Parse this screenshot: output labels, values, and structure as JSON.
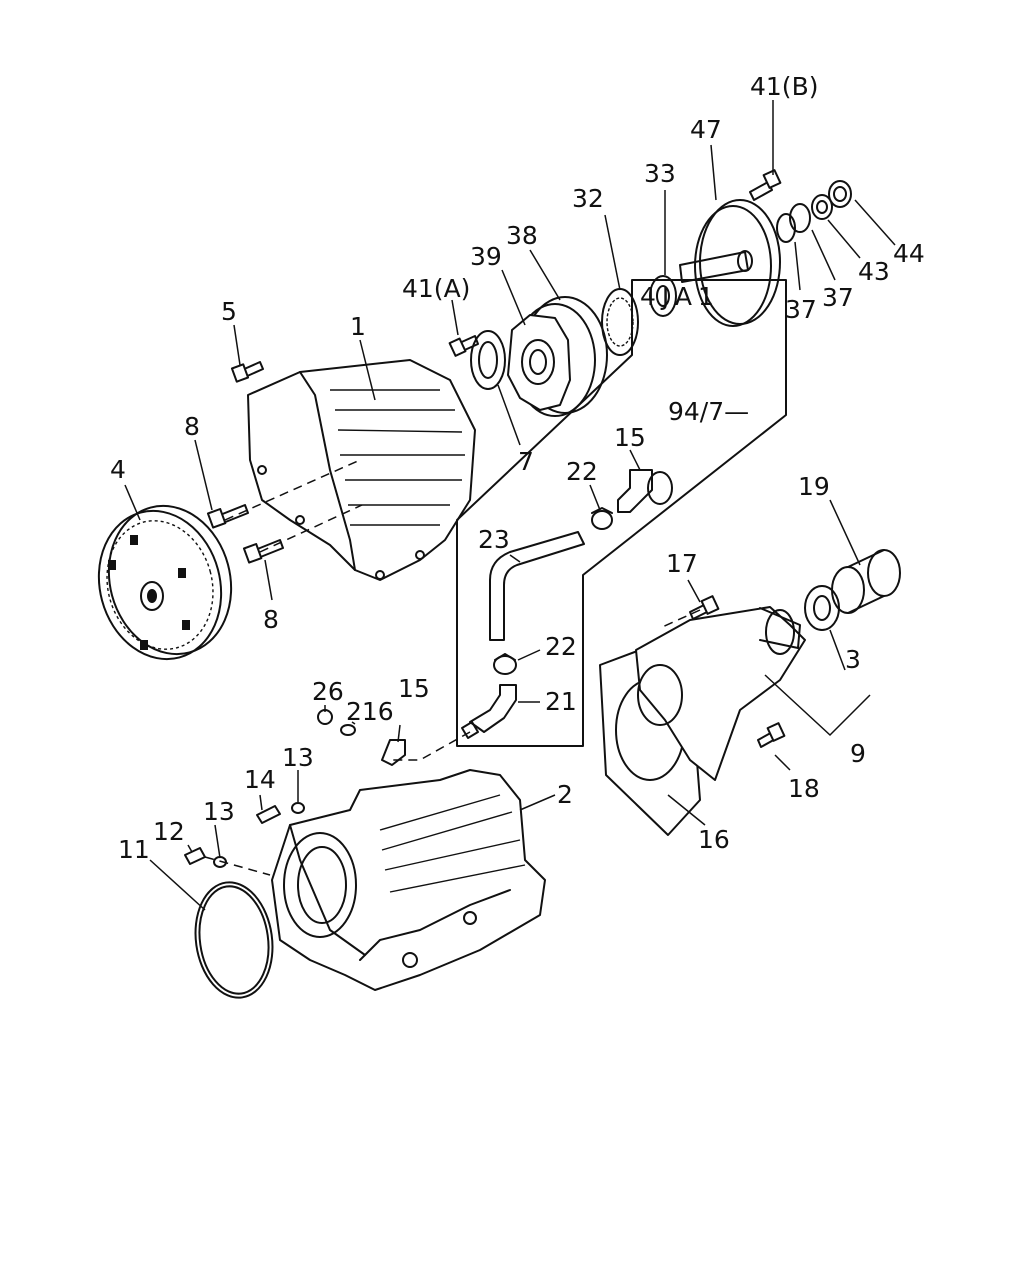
{
  "callouts": [
    {
      "id": "c-41b",
      "text": "41(B)"
    },
    {
      "id": "c-47",
      "text": "47"
    },
    {
      "id": "c-33",
      "text": "33"
    },
    {
      "id": "c-32",
      "text": "32"
    },
    {
      "id": "c-39",
      "text": "39"
    },
    {
      "id": "c-38",
      "text": "38"
    },
    {
      "id": "c-41a",
      "text": "41(A)"
    },
    {
      "id": "c-5",
      "text": "5"
    },
    {
      "id": "c-1",
      "text": "1"
    },
    {
      "id": "c-44",
      "text": "44"
    },
    {
      "id": "c-43",
      "text": "43"
    },
    {
      "id": "c-37a",
      "text": "37"
    },
    {
      "id": "c-37b",
      "text": "37"
    },
    {
      "id": "c-7",
      "text": "7"
    },
    {
      "id": "c-8a",
      "text": "8"
    },
    {
      "id": "c-4",
      "text": "4"
    },
    {
      "id": "c-8b",
      "text": "8"
    },
    {
      "id": "c-15a",
      "text": "15"
    },
    {
      "id": "c-22a",
      "text": "22"
    },
    {
      "id": "c-19",
      "text": "19"
    },
    {
      "id": "c-23",
      "text": "23"
    },
    {
      "id": "c-17",
      "text": "17"
    },
    {
      "id": "c-22b",
      "text": "22"
    },
    {
      "id": "c-21",
      "text": "21"
    },
    {
      "id": "c-3",
      "text": "3"
    },
    {
      "id": "c-26",
      "text": "26"
    },
    {
      "id": "c-216",
      "text": "216"
    },
    {
      "id": "c-15b",
      "text": "15"
    },
    {
      "id": "c-9",
      "text": "9"
    },
    {
      "id": "c-13a",
      "text": "13"
    },
    {
      "id": "c-14",
      "text": "14"
    },
    {
      "id": "c-18",
      "text": "18"
    },
    {
      "id": "c-2",
      "text": "2"
    },
    {
      "id": "c-12",
      "text": "12"
    },
    {
      "id": "c-13b",
      "text": "13"
    },
    {
      "id": "c-11",
      "text": "11"
    },
    {
      "id": "c-16",
      "text": "16"
    }
  ],
  "model_box": {
    "line1": "4JA1",
    "line2": "94/7—"
  }
}
